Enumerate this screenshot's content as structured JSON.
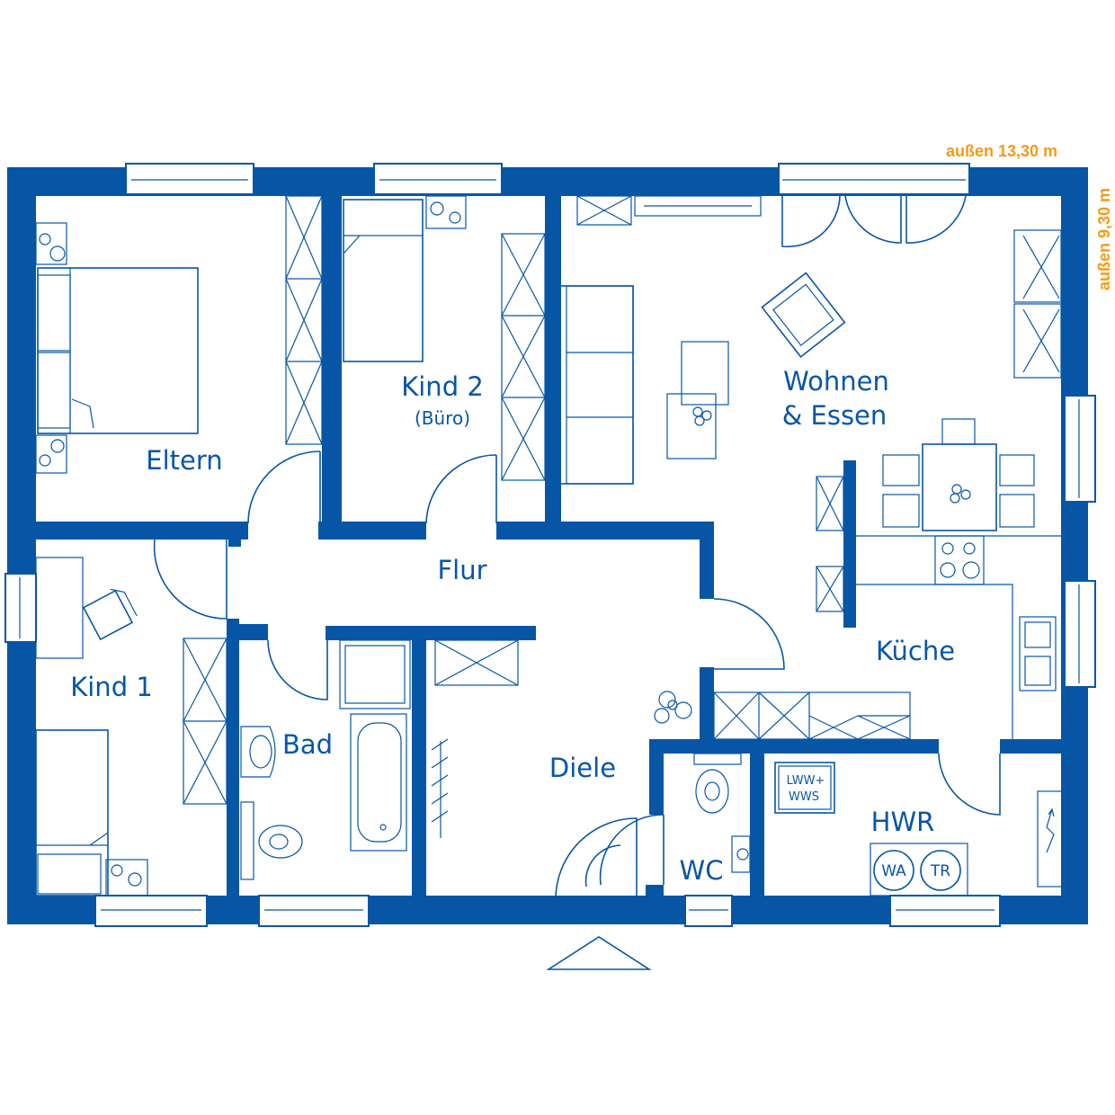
{
  "rooms": {
    "eltern": "Eltern",
    "kind2": "Kind 2",
    "kind2_sub": "(Büro)",
    "wohnen_line1": "Wohnen",
    "wohnen_line2": "& Essen",
    "flur": "Flur",
    "kind1": "Kind 1",
    "bad": "Bad",
    "kueche": "Küche",
    "diele": "Diele",
    "wc": "WC",
    "hwr": "HWR"
  },
  "appliances": {
    "lww_line1": "LWW+",
    "lww_line2": "WWS",
    "washer": "WA",
    "dryer": "TR"
  },
  "dimensions": {
    "width": "außen 13,30 m",
    "depth": "außen 9,30 m"
  },
  "colors": {
    "wall": "#0756a6",
    "dimension_text": "#f59a17",
    "background": "#ffffff"
  }
}
